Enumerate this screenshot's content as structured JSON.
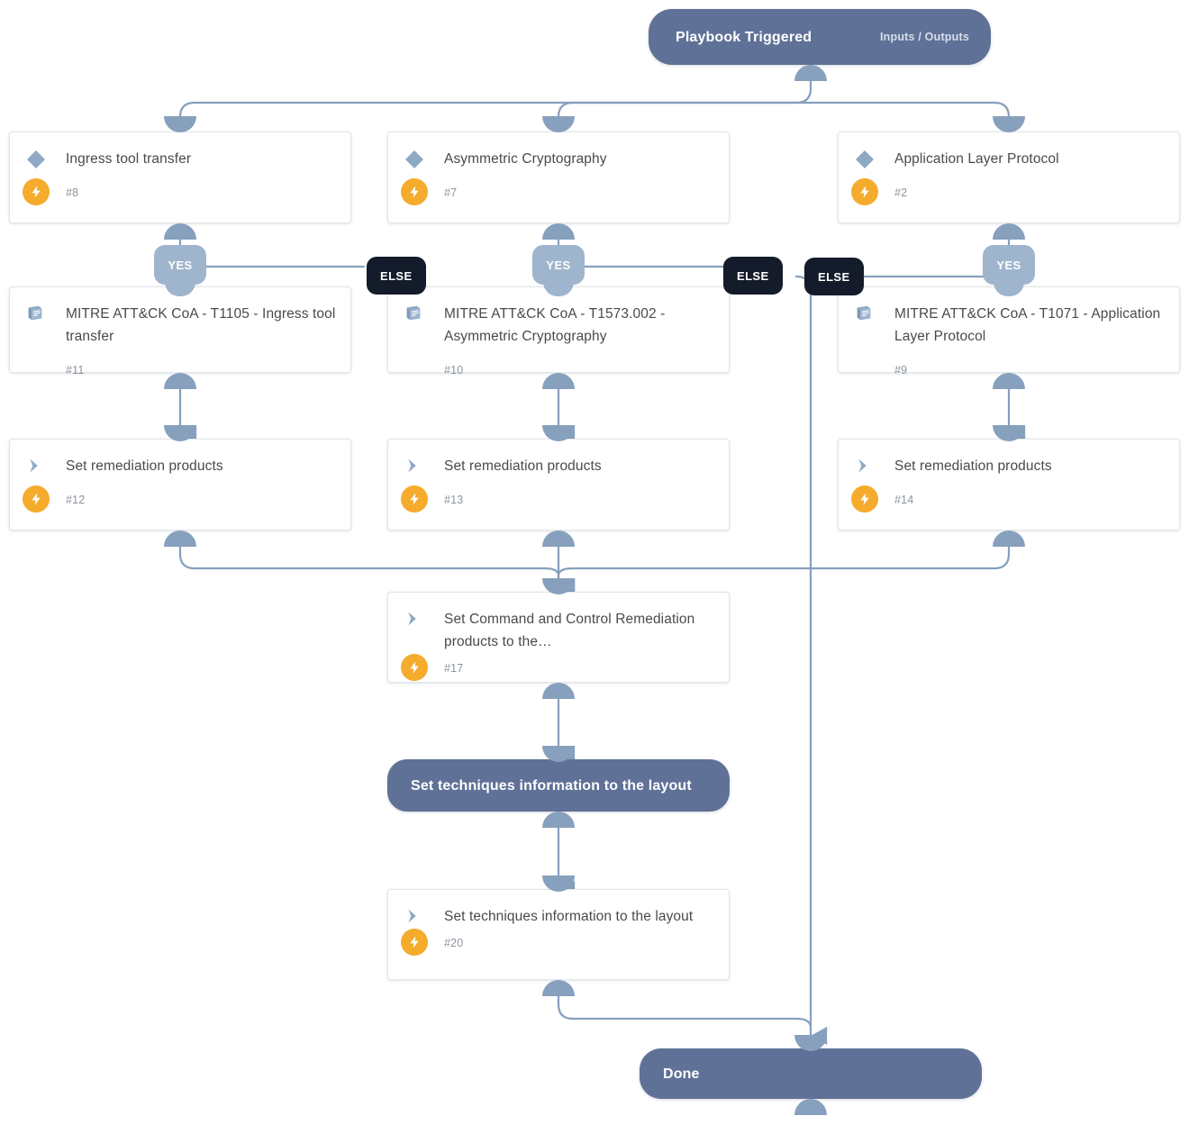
{
  "diagram": {
    "title": "Playbook workflow",
    "colors": {
      "pill": "#5f7197",
      "card_bg": "#ffffff",
      "card_border": "#e3e6e8",
      "edge": "#86a0bd",
      "port": "#86a0bd",
      "yes_badge": "#9fb5cd",
      "else_badge": "#141c2b",
      "bolt_badge": "#f5ab2b",
      "icon": "#8fa8c4",
      "title_text": "#4a4a4a",
      "number_text": "#8d949c"
    }
  },
  "trigger": {
    "label": "Playbook Triggered",
    "io_label": "Inputs / Outputs"
  },
  "nodes": [
    {
      "id": "n8",
      "label": "Ingress tool transfer",
      "number": "#8",
      "icon": "condition-diamond-icon",
      "bolt": true
    },
    {
      "id": "n7",
      "label": "Asymmetric Cryptography",
      "number": "#7",
      "icon": "condition-diamond-icon",
      "bolt": true
    },
    {
      "id": "n2",
      "label": "Application Layer Protocol",
      "number": "#2",
      "icon": "condition-diamond-icon",
      "bolt": true
    },
    {
      "id": "n11",
      "label": "MITRE ATT&CK CoA - T1105 - Ingress tool transfer",
      "number": "#11",
      "icon": "playbook-book-icon",
      "bolt": false
    },
    {
      "id": "n10",
      "label": "MITRE ATT&CK CoA - T1573.002 - Asymmetric Cryptography",
      "number": "#10",
      "icon": "playbook-book-icon",
      "bolt": false
    },
    {
      "id": "n9",
      "label": "MITRE ATT&CK CoA - T1071 - Application Layer Protocol",
      "number": "#9",
      "icon": "playbook-book-icon",
      "bolt": false
    },
    {
      "id": "n12",
      "label": "Set remediation products",
      "number": "#12",
      "icon": "set-chevron-icon",
      "bolt": true
    },
    {
      "id": "n13",
      "label": "Set remediation products",
      "number": "#13",
      "icon": "set-chevron-icon",
      "bolt": true
    },
    {
      "id": "n14",
      "label": "Set remediation products",
      "number": "#14",
      "icon": "set-chevron-icon",
      "bolt": true
    },
    {
      "id": "n17",
      "label": "Set Command and Control Remediation products to the…",
      "number": "#17",
      "icon": "set-chevron-icon",
      "bolt": true
    },
    {
      "id": "n20",
      "label": "Set techniques information to the layout",
      "number": "#20",
      "icon": "set-chevron-icon",
      "bolt": true
    }
  ],
  "section": {
    "label": "Set techniques information to the layout"
  },
  "done": {
    "label": "Done"
  },
  "branch_labels": {
    "yes": "YES",
    "else": "ELSE"
  }
}
